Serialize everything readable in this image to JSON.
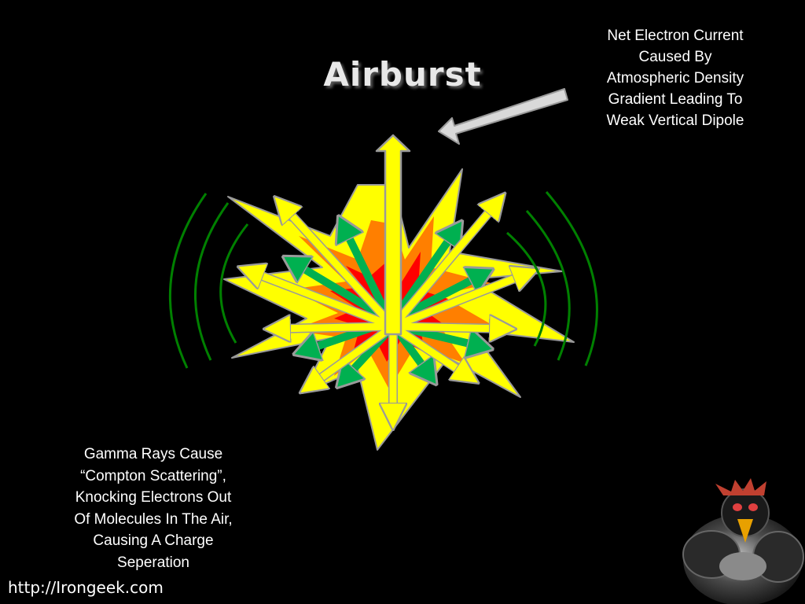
{
  "slide": {
    "title": "Airburst",
    "callout_lines": [
      "Net Electron Current",
      "Caused By",
      "Atmospheric Density",
      "Gradient Leading To",
      "Weak Vertical Dipole"
    ],
    "caption_lines": [
      "Gamma Rays Cause",
      "“Compton Scattering”,",
      "Knocking Electrons Out",
      "Of Molecules In The Air,",
      "Causing A Charge",
      "Seperation"
    ],
    "footer_url": "http://Irongeek.com"
  },
  "colors": {
    "background": "#000000",
    "burst_outer": "#ffff00",
    "burst_middle": "#ff7f00",
    "burst_inner": "#ff0000",
    "gamma_arrow": "#ffff00",
    "electron_arrow": "#00b050",
    "wave": "#008000",
    "pointer_arrow": "#d9d9d9"
  },
  "icons": {
    "explosion": "explosion-burst-icon",
    "mascot": "irongeek-mascot-icon"
  }
}
